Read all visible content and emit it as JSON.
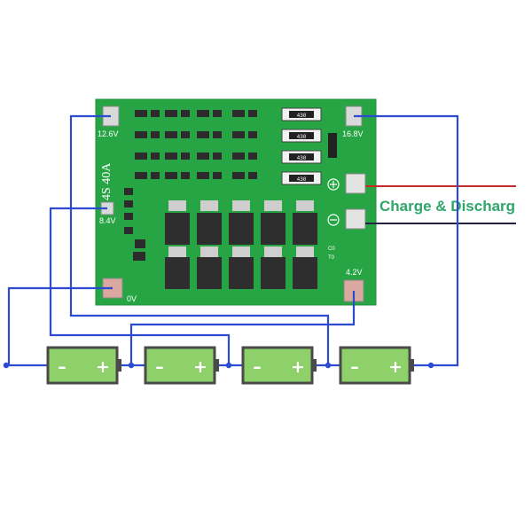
{
  "board": {
    "model": "4S 40A",
    "pads": {
      "p12v6": "12.6V",
      "p16v8": "16.8V",
      "p8v4": "8.4V",
      "p0v": "0V",
      "p4v2": "4.2V"
    },
    "resistor_code": "430",
    "small_codes": [
      "C0",
      "T0"
    ]
  },
  "output_label": "Charge & Discharg",
  "cells": [
    {
      "minus": "–",
      "plus": "+"
    },
    {
      "minus": "–",
      "plus": "+"
    },
    {
      "minus": "–",
      "plus": "+"
    },
    {
      "minus": "–",
      "plus": "+"
    }
  ],
  "colors": {
    "pcb": "#27a544",
    "pcb_dark": "#1f8f38",
    "wire": "#2d4bd1",
    "cell_fill": "#8ed16a",
    "cell_border": "#4a4a4a",
    "charge_text": "#2fa66a",
    "out_red": "#c52a2a",
    "out_black": "#222244"
  }
}
